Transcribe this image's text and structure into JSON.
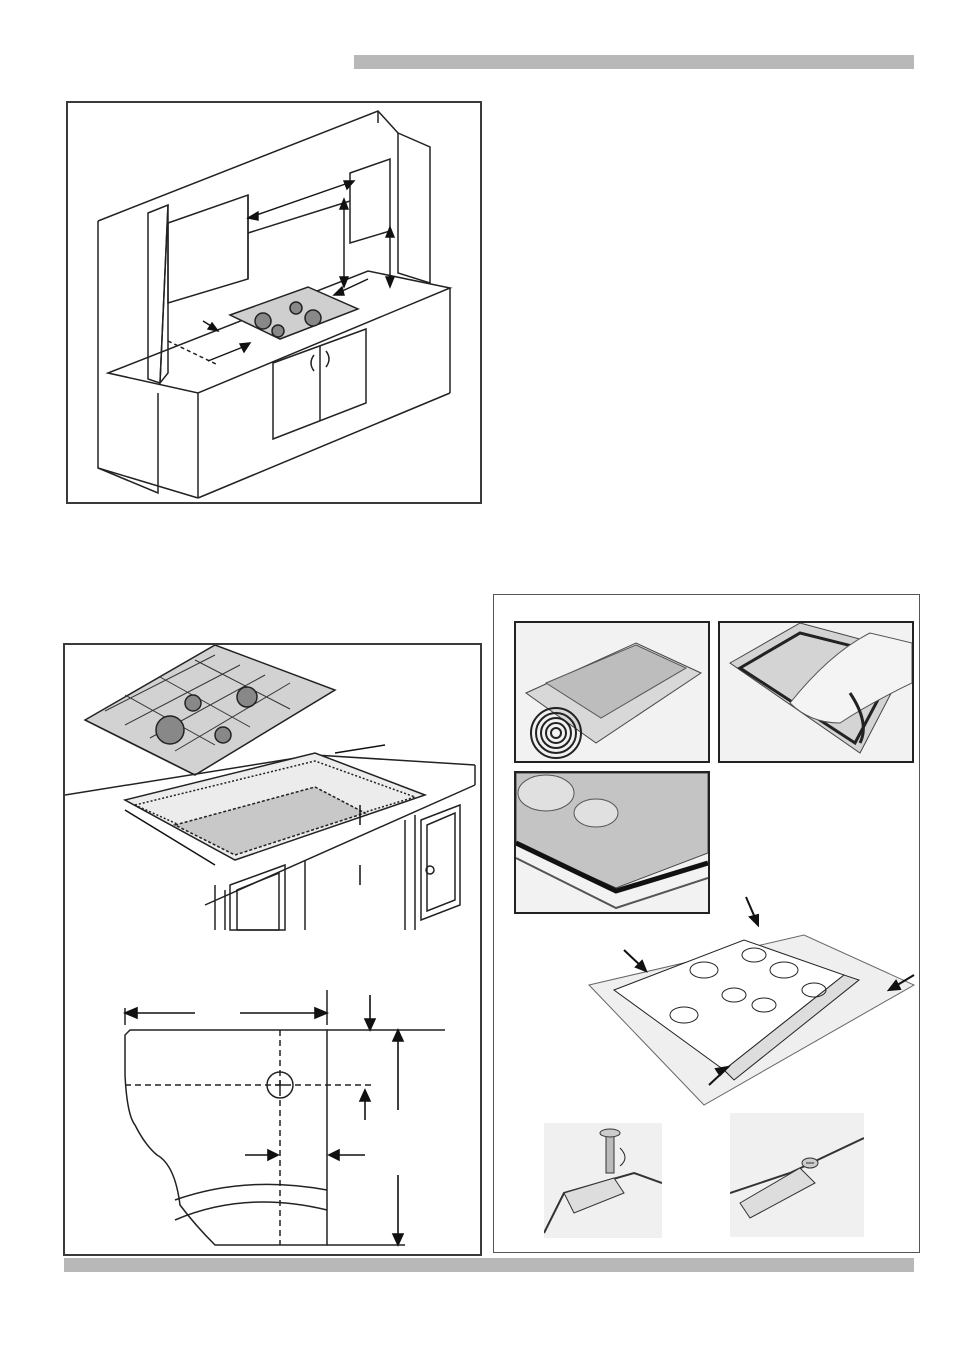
{
  "page": {
    "header_bar": "",
    "footer_bar": ""
  },
  "figures": {
    "kitchen_clearance": "figure",
    "cutout": "figure",
    "cutout_detail": "figure",
    "installation": "figure"
  },
  "colors": {
    "bar": "#b8b8b8",
    "line": "#222222",
    "frame": "#3a3a3a"
  }
}
